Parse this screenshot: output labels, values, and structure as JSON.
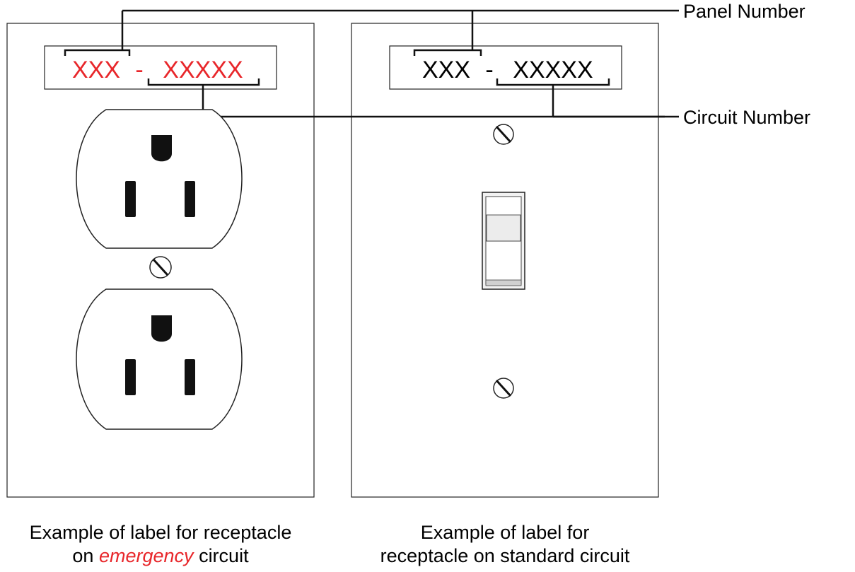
{
  "callouts": {
    "panel_number": "Panel Number",
    "circuit_number": "Circuit Number"
  },
  "emergency_example": {
    "label_panel": "XXX",
    "label_dash": "-",
    "label_circuit": "XXXXX",
    "label_color": "#e8262a",
    "caption_line1": "Example of label for receptacle",
    "caption_on": "on",
    "caption_emphasis": "emergency",
    "caption_circuit": "circuit"
  },
  "standard_example": {
    "label_panel": "XXX",
    "label_dash": "-",
    "label_circuit": "XXXXX",
    "label_color": "#000000",
    "caption_line1": "Example of label for",
    "caption_line2": "receptacle on standard circuit"
  }
}
